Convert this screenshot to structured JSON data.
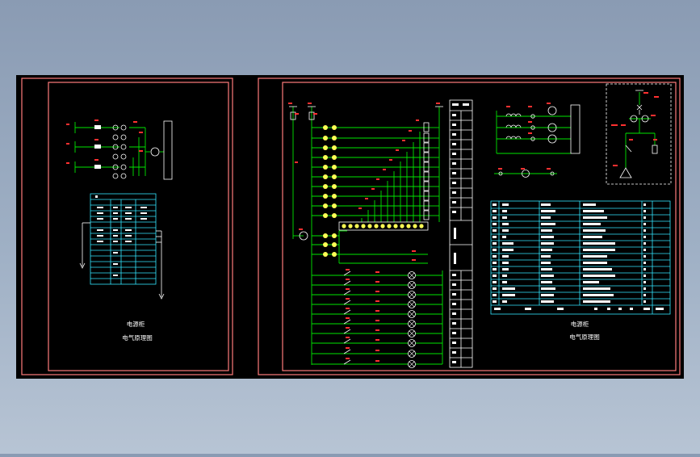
{
  "left_sheet": {
    "title_line1": "电源柜",
    "title_line2": "电气原理图"
  },
  "right_sheet": {
    "title_line1": "电源柜",
    "title_line2": "电气原理图"
  },
  "colors": {
    "background_outer": "#9aa9bf",
    "canvas": "#000000",
    "frame": "#ff7b7b",
    "wire": "#00e600",
    "terminal": "#ffff55",
    "label": "#ff3030",
    "table": "#33e6ff",
    "white": "#ffffff"
  }
}
